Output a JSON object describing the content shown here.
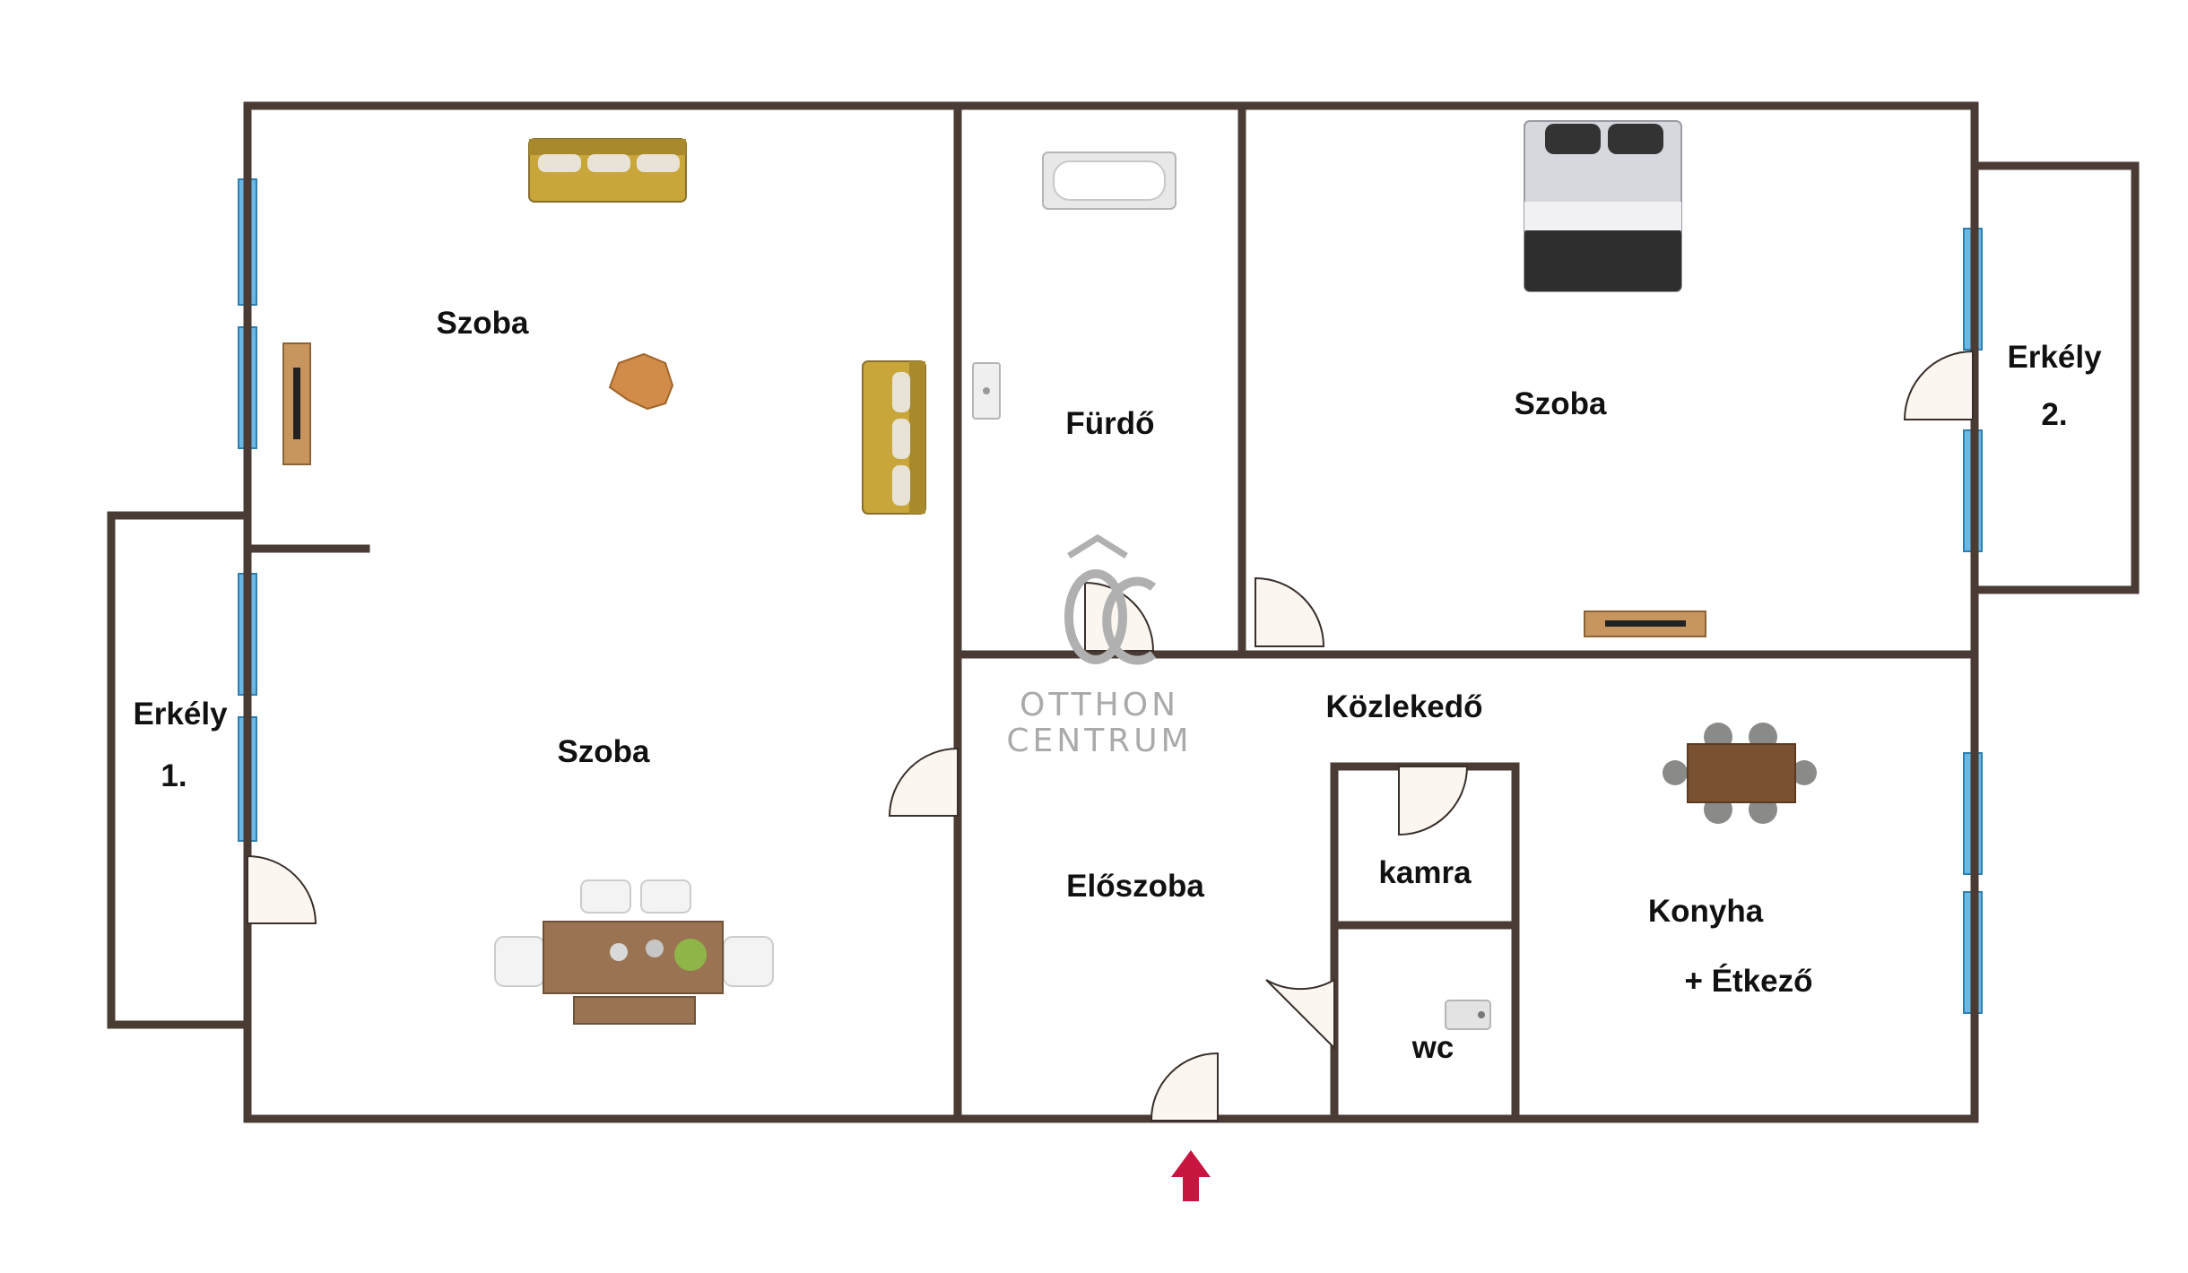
{
  "rooms": [
    {
      "id": "szoba-1",
      "label": "Szoba"
    },
    {
      "id": "szoba-2",
      "label": "Szoba"
    },
    {
      "id": "furdo",
      "label": "Fürdő"
    },
    {
      "id": "szoba-3",
      "label": "Szoba"
    },
    {
      "id": "erkely-1",
      "label": "Erkély",
      "label2": "1."
    },
    {
      "id": "erkely-2",
      "label": "Erkély",
      "label2": "2."
    },
    {
      "id": "kozlekedo",
      "label": "Közlekedő"
    },
    {
      "id": "eloszoba",
      "label": "Előszoba"
    },
    {
      "id": "kamra",
      "label": "kamra"
    },
    {
      "id": "wc",
      "label": "wc"
    },
    {
      "id": "konyha",
      "label": "Konyha",
      "label2": "+ Étkező"
    }
  ],
  "watermark": {
    "line1": "OTTHON",
    "line2": "CENTRUM"
  },
  "colors": {
    "wall": "#4a3b34",
    "window": "#6ab8e6",
    "door_fill": "#fbf7f0",
    "entrance_arrow": "#c8153f",
    "watermark": "#b0b0b0"
  },
  "icons": {
    "entrance": "entrance-arrow-icon",
    "door": "door-swing-icon",
    "window": "window-icon"
  }
}
